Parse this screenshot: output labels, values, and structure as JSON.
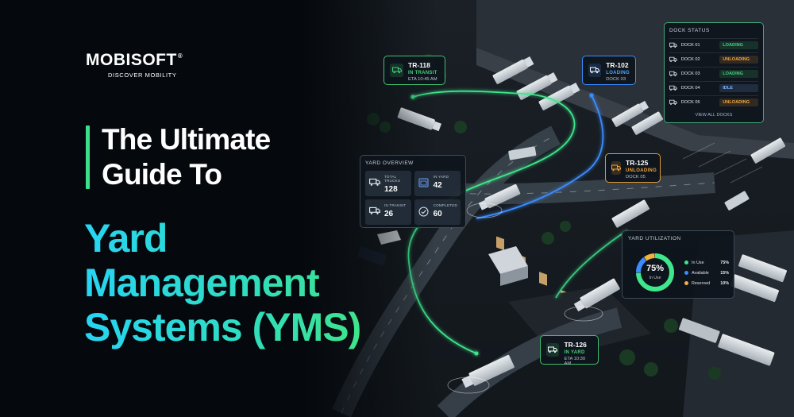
{
  "brand": {
    "name": "MOBISOFT",
    "registered_mark": "®",
    "tagline": "DISCOVER MOBILITY"
  },
  "headline": {
    "lines": [
      "The Ultimate",
      "Guide To"
    ]
  },
  "subheadline": {
    "lines": [
      "Yard",
      "Management",
      "Systems (YMS)"
    ]
  },
  "colors": {
    "accent_green": "#3de08a",
    "accent_cyan": "#27d4f3",
    "loading": "#44d07a",
    "unloading": "#f0a23a",
    "idle": "#7fb4ff",
    "route_green": "#3ee68c",
    "route_blue": "#3b8cff"
  },
  "truck_tags": [
    {
      "id": "TR-118",
      "status": "IN TRANSIT",
      "detail": "ETA 10:45 AM",
      "icon": "truck-icon",
      "color": "#44d07a"
    },
    {
      "id": "TR-102",
      "status": "LOADING",
      "detail": "DOCK 03",
      "icon": "truck-icon",
      "color": "#4ea4ff"
    },
    {
      "id": "TR-125",
      "status": "UNLOADING",
      "detail": "DOCK 05",
      "icon": "truck-icon",
      "color": "#f0a23a"
    },
    {
      "id": "TR-126",
      "status": "IN YARD",
      "detail": "ETA 10:30 AM",
      "icon": "truck-icon",
      "color": "#44d07a"
    }
  ],
  "dock_status": {
    "title": "DOCK STATUS",
    "rows": [
      {
        "dock": "DOCK 01",
        "status": "LOADING",
        "color": "#44d07a"
      },
      {
        "dock": "DOCK 02",
        "status": "UNLOADING",
        "color": "#f0a23a"
      },
      {
        "dock": "DOCK 03",
        "status": "LOADING",
        "color": "#44d07a"
      },
      {
        "dock": "DOCK 04",
        "status": "IDLE",
        "color": "#7fb4ff"
      },
      {
        "dock": "DOCK 05",
        "status": "UNLOADING",
        "color": "#f0a23a"
      }
    ],
    "link": "VIEW ALL DOCKS"
  },
  "yard_overview": {
    "title": "YARD OVERVIEW",
    "stats": [
      {
        "label": "TOTAL TRUCKS",
        "value": "128",
        "icon": "truck-icon"
      },
      {
        "label": "IN YARD",
        "value": "42",
        "icon": "yard-icon"
      },
      {
        "label": "IN TRANSIT",
        "value": "26",
        "icon": "truck-icon"
      },
      {
        "label": "COMPLETED",
        "value": "60",
        "icon": "check-circle-icon"
      }
    ]
  },
  "yard_utilization": {
    "title": "YARD UTILIZATION",
    "center_value": "75%",
    "center_label": "In Use",
    "segments": [
      {
        "name": "In Use",
        "value": "75%",
        "fraction": 0.75,
        "color": "#3ee68c"
      },
      {
        "name": "Available",
        "value": "15%",
        "fraction": 0.15,
        "color": "#3b8cff"
      },
      {
        "name": "Reserved",
        "value": "10%",
        "fraction": 0.1,
        "color": "#f0b23a"
      }
    ]
  }
}
